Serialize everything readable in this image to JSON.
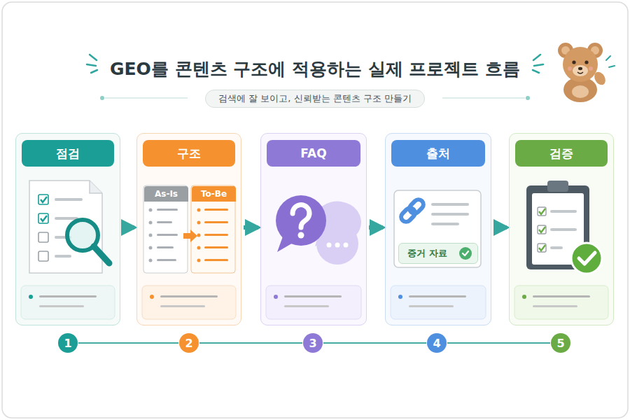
{
  "diagram": {
    "title": "GEO를 콘텐츠 구조에 적용하는 실제 프로젝트 흐름",
    "caption": "검색에 잘 보이고, 신뢰받는 콘텐츠 구조 만들기",
    "nodes": [
      {
        "text": [
          "점검"
        ]
      },
      {
        "text": [
          "구조"
        ]
      },
      {
        "text": [
          "As-Is"
        ],
        "in": 1
      },
      {
        "text": [
          "To-Be"
        ],
        "in": 1
      },
      {
        "text": [
          "FAQ"
        ]
      },
      {
        "text": [
          "출처"
        ]
      },
      {
        "text": [
          "증거 자료"
        ],
        "in": 5
      },
      {
        "text": [
          "검증"
        ]
      },
      {
        "text": [
          "1"
        ]
      },
      {
        "text": [
          "2"
        ]
      },
      {
        "text": [
          "3"
        ]
      },
      {
        "text": [
          "4"
        ]
      },
      {
        "text": [
          "5"
        ]
      }
    ],
    "edges": [
      {
        "from": 0,
        "to": 1,
        "arrow": "to"
      },
      {
        "from": 1,
        "to": 4,
        "arrow": "to"
      },
      {
        "from": 4,
        "to": 5,
        "arrow": "to"
      },
      {
        "from": 5,
        "to": 7,
        "arrow": "to"
      },
      {
        "from": 8,
        "to": 9,
        "arrow": "none"
      },
      {
        "from": 9,
        "to": 10,
        "arrow": "none"
      },
      {
        "from": 10,
        "to": 11,
        "arrow": "none"
      },
      {
        "from": 11,
        "to": 12,
        "arrow": "none"
      }
    ]
  }
}
